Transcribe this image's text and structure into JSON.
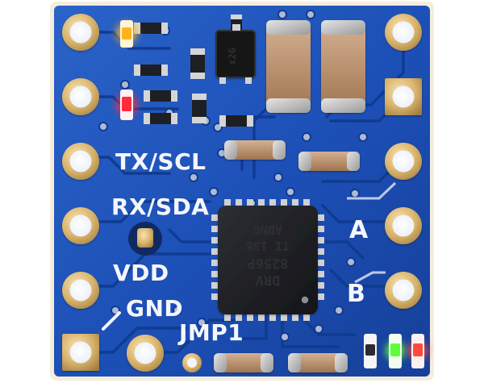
{
  "board": {
    "pcb_color": "#1b4fb3",
    "copper_color": "#d9b36a",
    "edge_color": "#f0e6d0"
  },
  "labels": {
    "tx_scl": "TX/SCL",
    "rx_sda": "RX/SDA",
    "vdd": "VDD",
    "gnd": "GND",
    "jmp1": "JMP1",
    "a": "A",
    "b": "B"
  },
  "chip": {
    "line1": "DRV",
    "line2": "8256P",
    "line3": "TI 138",
    "line4": "ADNG"
  },
  "small_chip": {
    "text": "x2G"
  },
  "leds": {
    "top_left_1": "#ffb21a",
    "top_left_2": "#ff2a3a",
    "bottom_right_1": "#5dff3a",
    "bottom_right_2": "#ff4a3a"
  }
}
